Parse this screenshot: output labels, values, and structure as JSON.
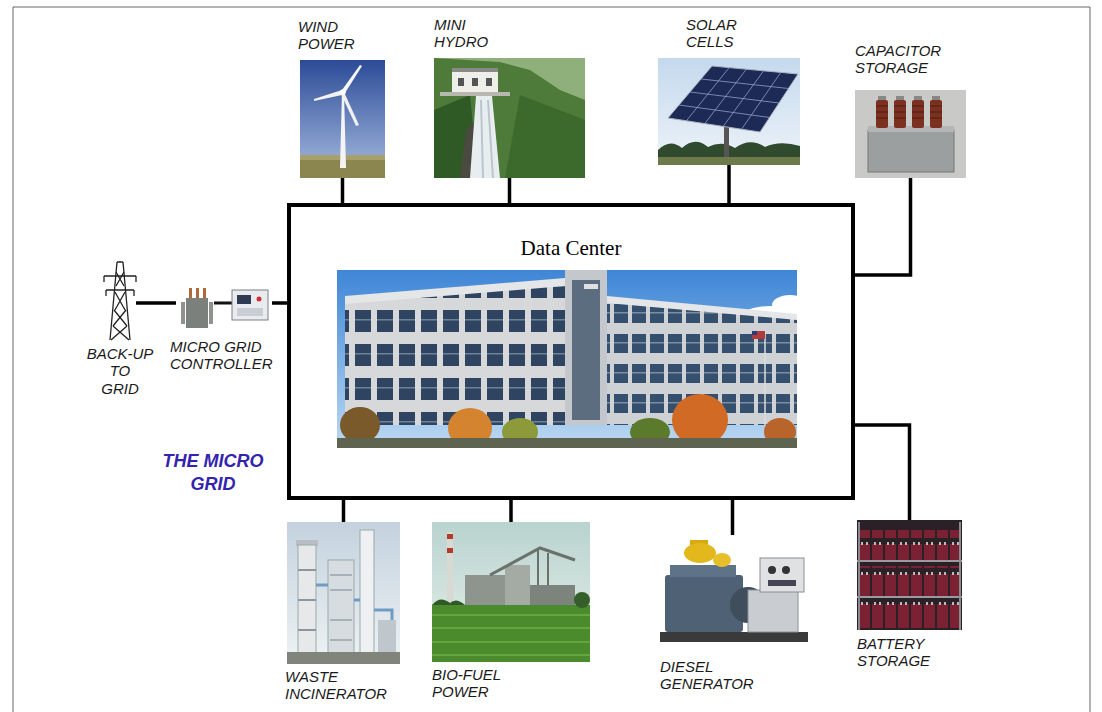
{
  "diagram": {
    "title": "THE MICRO GRID",
    "nodes": [
      {
        "text": [
          "WIND POWER"
        ]
      },
      {
        "text": [
          "MINI HYDRO"
        ]
      },
      {
        "text": [
          "SOLAR CELLS"
        ]
      },
      {
        "text": [
          "CAPACITOR STORAGE"
        ]
      },
      {
        "text": [
          "BACK-UP TO GRID"
        ]
      },
      {
        "text": [
          "MICRO GRID CONTROLLER"
        ]
      },
      {
        "text": [
          "Data Center"
        ]
      },
      {
        "text": [
          "WASTE INCINERATOR"
        ]
      },
      {
        "text": [
          "BIO-FUEL POWER"
        ]
      },
      {
        "text": [
          "DIESEL GENERATOR"
        ]
      },
      {
        "text": [
          "BATTERY STORAGE"
        ]
      }
    ],
    "edges": [
      {
        "from": 0,
        "to": 6,
        "arrow": "none"
      },
      {
        "from": 1,
        "to": 6,
        "arrow": "none"
      },
      {
        "from": 2,
        "to": 6,
        "arrow": "none"
      },
      {
        "from": 3,
        "to": 6,
        "arrow": "none"
      },
      {
        "from": 4,
        "to": 5,
        "arrow": "none"
      },
      {
        "from": 5,
        "to": 6,
        "arrow": "none"
      },
      {
        "from": 7,
        "to": 6,
        "arrow": "none"
      },
      {
        "from": 8,
        "to": 6,
        "arrow": "none"
      },
      {
        "from": 9,
        "to": 6,
        "arrow": "none"
      },
      {
        "from": 10,
        "to": 6,
        "arrow": "none"
      }
    ]
  }
}
